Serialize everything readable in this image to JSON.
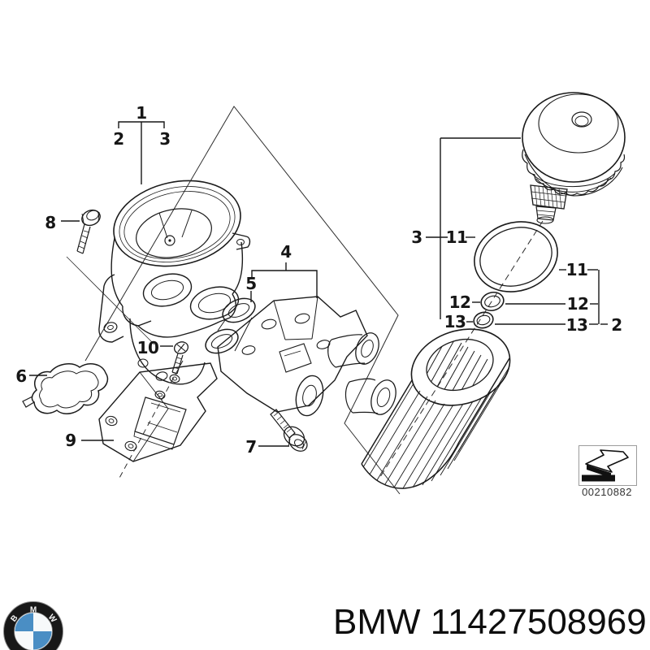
{
  "diagram": {
    "callouts": {
      "n1": "1",
      "n2": "2",
      "n3": "3",
      "n4": "4",
      "n5": "5",
      "n6": "6",
      "n7": "7",
      "n8": "8",
      "n9": "9",
      "n10": "10",
      "n11": "11",
      "n12": "12",
      "n13": "13"
    },
    "image_code": "00210882",
    "colors": {
      "line": "#1b1b1b",
      "label": "#161616",
      "background": "#ffffff"
    }
  },
  "footer": {
    "caption": "BMW 11427508969",
    "logo_letters": [
      "B",
      "M",
      "W"
    ],
    "logo_colors": {
      "ring": "#181818",
      "blue": "#4a8ec4",
      "white": "#f7f9fa"
    }
  }
}
